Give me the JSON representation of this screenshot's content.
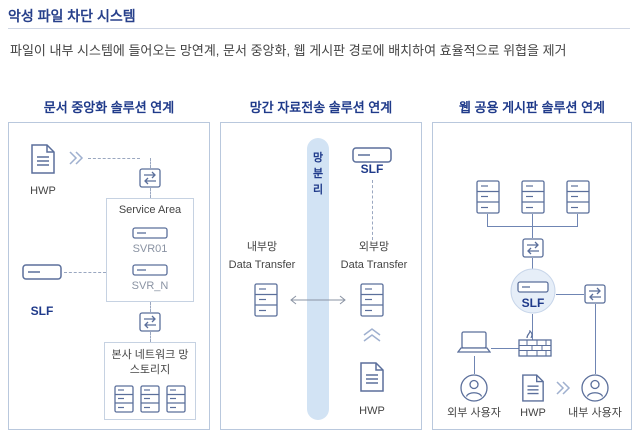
{
  "header": {
    "title": "악성 파일 차단 시스템",
    "description": "파일이 내부 시스템에 들어오는 망연계, 문서 중앙화, 웹 게시판 경로에 배치하여 효율적으로 위협을 제거"
  },
  "sections": [
    {
      "title": "문서 중앙화 솔루션 연계",
      "hwp_label": "HWP",
      "slf_label": "SLF",
      "service_area_label": "Service Area",
      "servers": [
        "SVR01",
        "SVR_N"
      ],
      "storage_label_1": "본사 네트워크 망",
      "storage_label_2": "스토리지"
    },
    {
      "title": "망간 자료전송 솔루션 연계",
      "network_separation": [
        "망",
        "분",
        "리"
      ],
      "slf_label": "SLF",
      "internal_label_1": "내부망",
      "internal_label_2": "Data Transfer",
      "external_label_1": "외부망",
      "external_label_2": "Data Transfer",
      "hwp_label": "HWP"
    },
    {
      "title": "웹 공용 게시판 솔루션 연계",
      "slf_label": "SLF",
      "external_user": "외부 사용자",
      "hwp_label": "HWP",
      "internal_user": "내부 사용자"
    }
  ],
  "colors": {
    "title": "#27408b",
    "accent": "#1f3a8a",
    "icon_stroke": "#5b6f9b",
    "panel_border": "#b9c8dd",
    "network_bar": "#d2e3f4"
  }
}
